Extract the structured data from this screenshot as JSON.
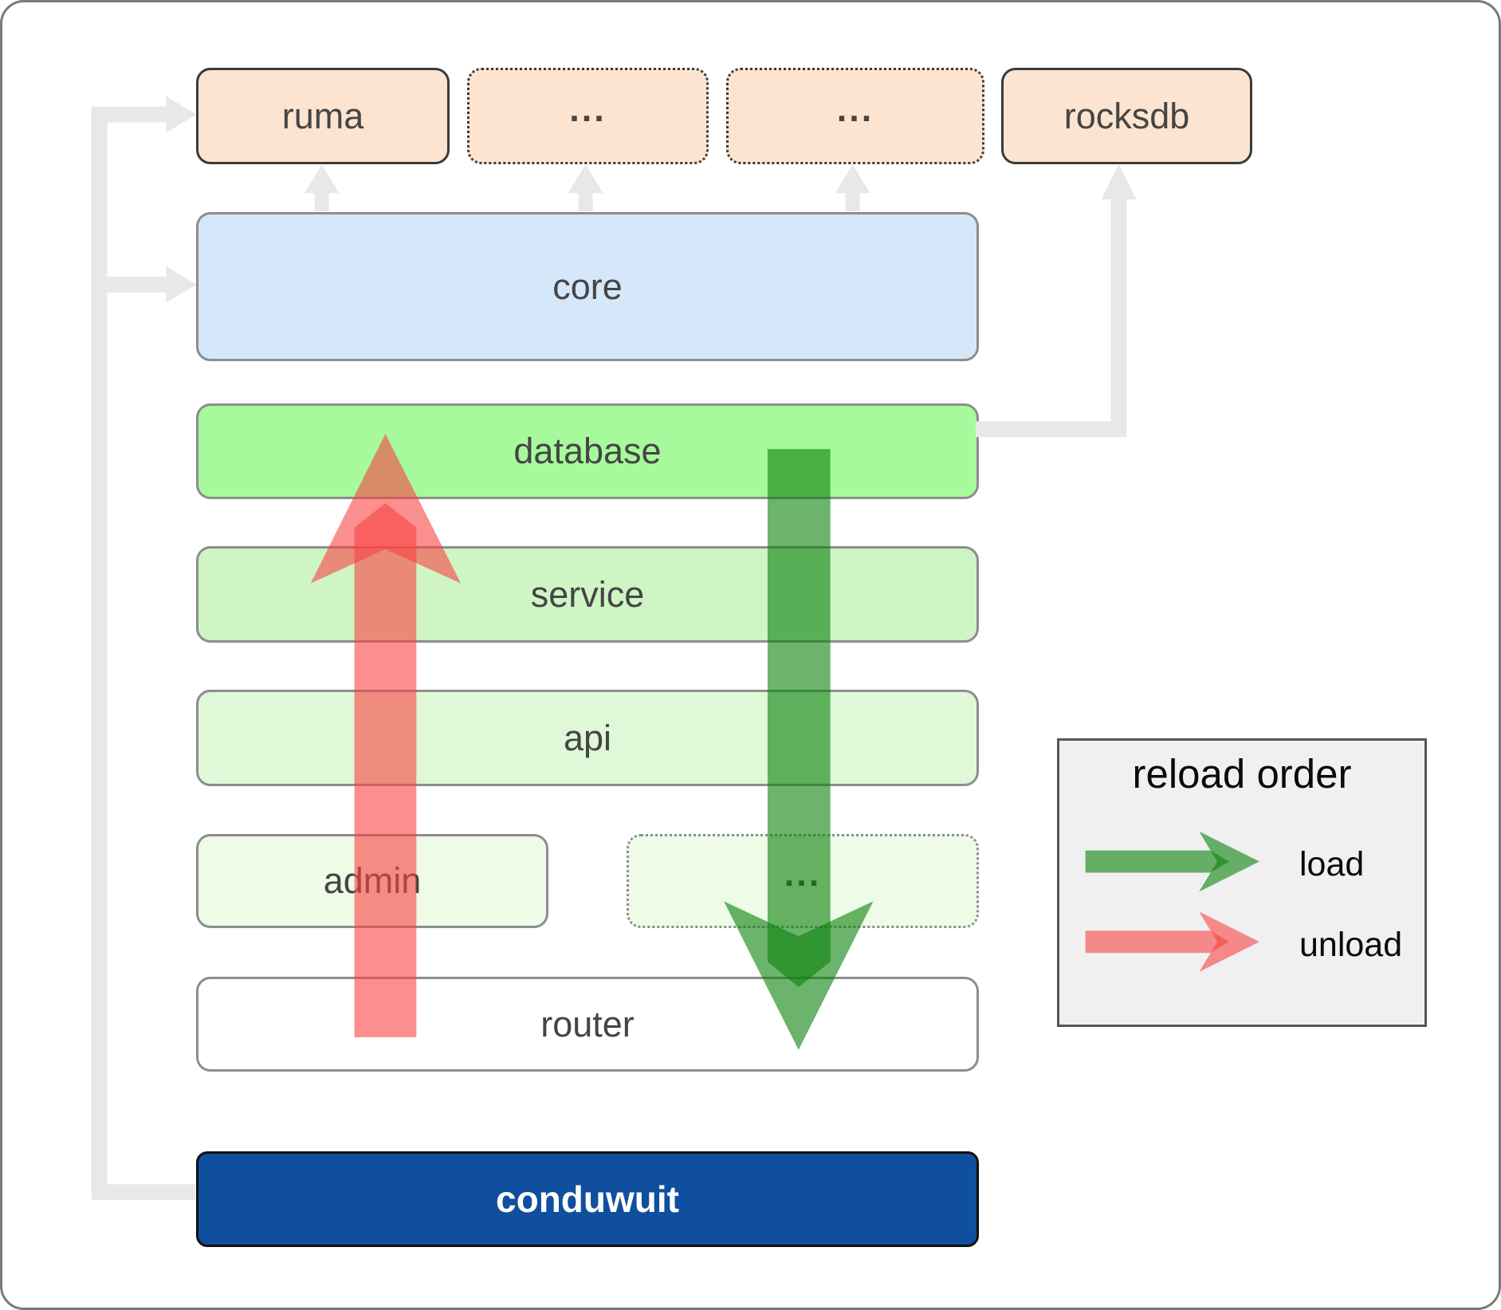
{
  "boxes": {
    "ruma": {
      "label": "ruma"
    },
    "dots_top_1": {
      "label": "..."
    },
    "dots_top_2": {
      "label": "..."
    },
    "rocksdb": {
      "label": "rocksdb"
    },
    "core": {
      "label": "core"
    },
    "database": {
      "label": "database"
    },
    "service": {
      "label": "service"
    },
    "api": {
      "label": "api"
    },
    "admin": {
      "label": "admin"
    },
    "dots_mid": {
      "label": "..."
    },
    "router": {
      "label": "router"
    },
    "conduwuit": {
      "label": "conduwuit"
    }
  },
  "legend": {
    "title": "reload order",
    "load_label": "load",
    "unload_label": "unload"
  },
  "colors": {
    "load_arrow": "#0a800a",
    "unload_arrow": "#f94242",
    "connector": "#e8e8e8"
  },
  "palette": {
    "peach": "#fce4d0",
    "core": "#d5e8fa",
    "database": "#a7fa9b",
    "service": "#cff5c5",
    "api": "#dff8d8",
    "pale_green": "#edfbe7",
    "router": "#ffffff",
    "conduwuit": "#0f4f9e",
    "legend_bg": "#f0f0f0"
  }
}
